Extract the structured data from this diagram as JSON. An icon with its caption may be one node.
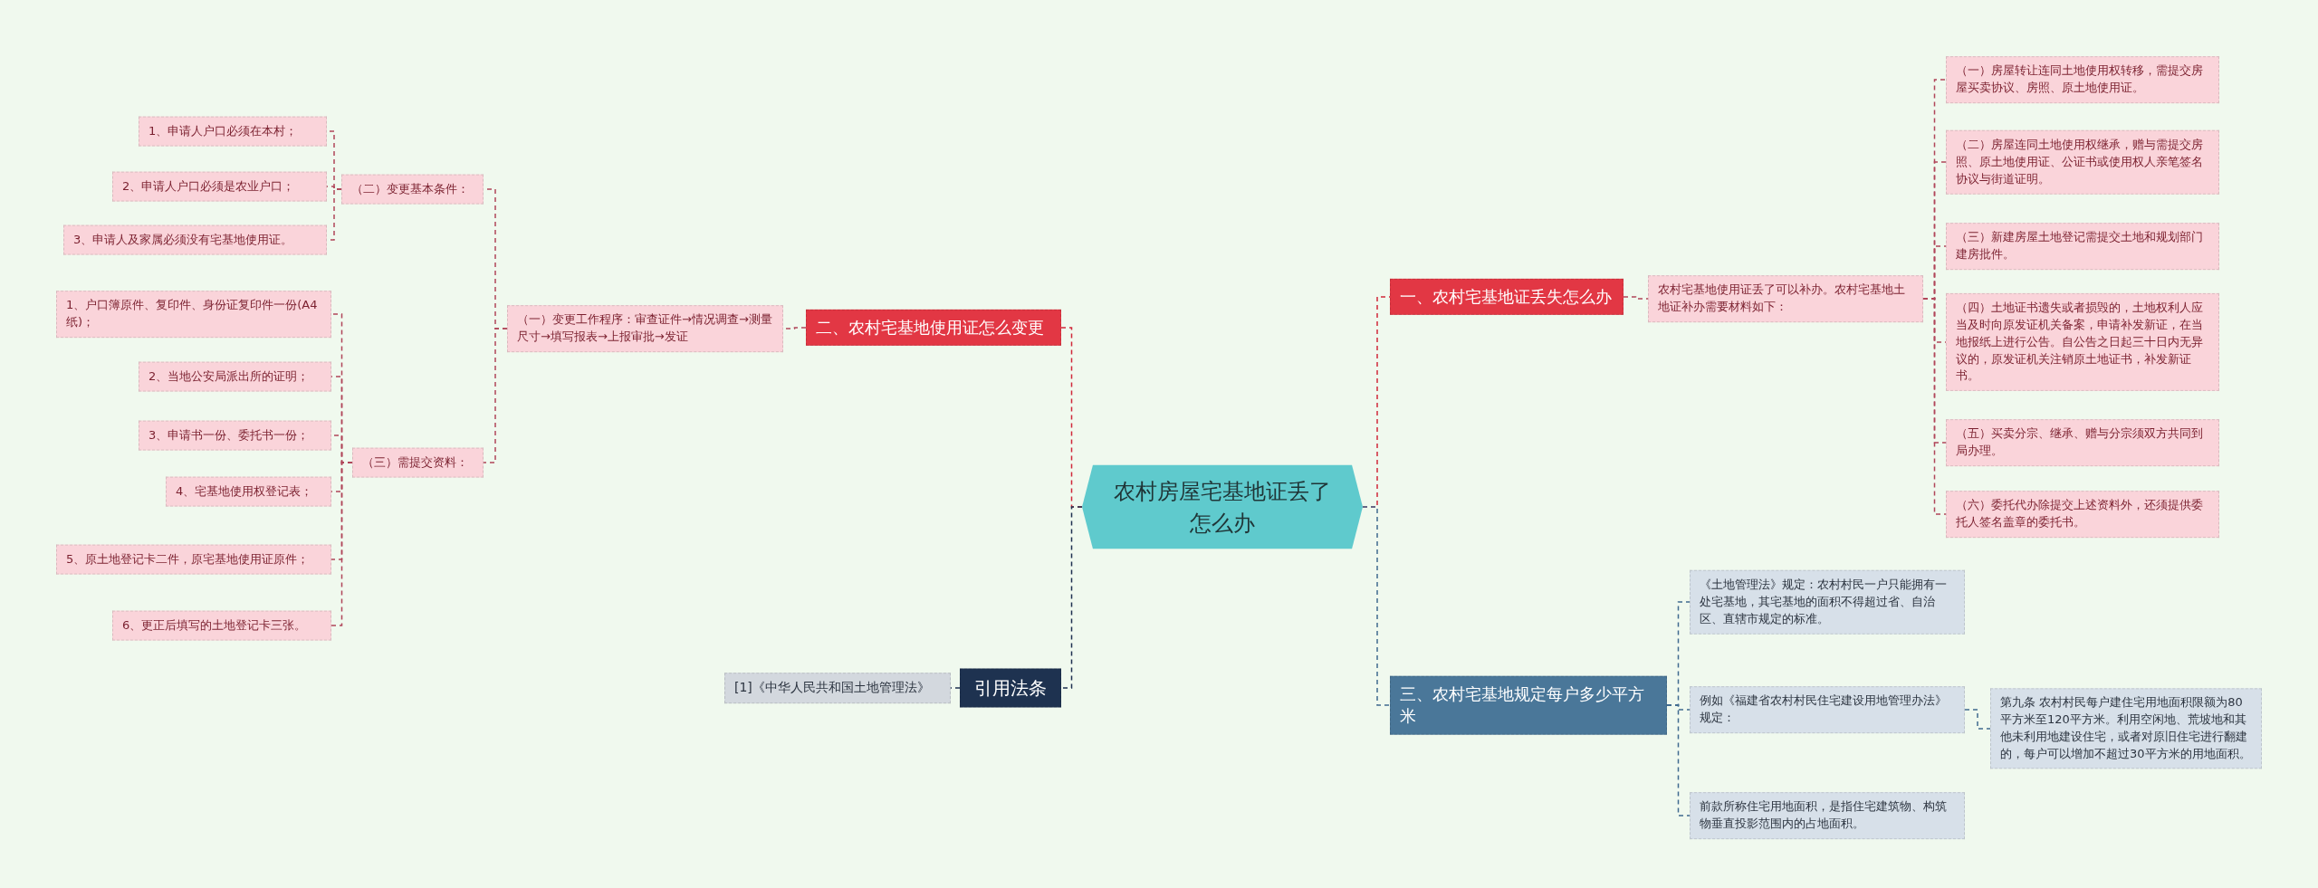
{
  "diagram": {
    "nodes": [
      {
        "text": [
          "农村房屋宅基地证丢了怎么办"
        ]
      },
      {
        "text": [
          "一、农村宅基地证丢失怎么办"
        ]
      },
      {
        "text": [
          "农村宅基地使用证丢了可以补办。农村宅基地土地证补办需要材料如下："
        ]
      },
      {
        "text": [
          "（一）房屋转让连同土地使用权转移，需提交房屋买卖协议、房照、原土地使用证。"
        ]
      },
      {
        "text": [
          "（二）房屋连同土地使用权继承，赠与需提交房照、原土地使用证、公证书或使用权人亲笔签名协议与街道证明。"
        ]
      },
      {
        "text": [
          "（三）新建房屋土地登记需提交土地和规划部门建房批件。"
        ]
      },
      {
        "text": [
          "（四）土地证书遗失或者损毁的，土地权利人应当及时向原发证机关备案，申请补发新证，在当地报纸上进行公告。自公告之日起三十日内无异议的，原发证机关注销原土地证书，补发新证书。"
        ]
      },
      {
        "text": [
          "（五）买卖分宗、继承、赠与分宗须双方共同到局办理。"
        ]
      },
      {
        "text": [
          "（六）委托代办除提交上述资料外，还须提供委托人签名盖章的委托书。"
        ]
      },
      {
        "text": [
          "三、农村宅基地规定每户多少平方米"
        ]
      },
      {
        "text": [
          "《土地管理法》规定：农村村民一户只能拥有一处宅基地，其宅基地的面积不得超过省、自治区、直辖市规定的标准。"
        ]
      },
      {
        "text": [
          "例如《福建省农村村民住宅建设用地管理办法》规定："
        ]
      },
      {
        "text": [
          "第九条 农村村民每户建住宅用地面积限额为80平方米至120平方米。利用空闲地、荒坡地和其他未利用地建设住宅，或者对原旧住宅进行翻建的，每户可以增加不超过30平方米的用地面积。"
        ]
      },
      {
        "text": [
          "前款所称住宅用地面积，是指住宅建筑物、构筑物垂直投影范围内的占地面积。"
        ]
      },
      {
        "text": [
          "二、农村宅基地使用证怎么变更"
        ]
      },
      {
        "text": [
          "（一）变更工作程序：审查证件→情况调查→测量尺寸→填写报表→上报审批→发证"
        ]
      },
      {
        "text": [
          "（二）变更基本条件："
        ]
      },
      {
        "text": [
          "1、申请人户口必须在本村；"
        ]
      },
      {
        "text": [
          "2、申请人户口必须是农业户口；"
        ]
      },
      {
        "text": [
          "3、申请人及家属必须没有宅基地使用证。"
        ]
      },
      {
        "text": [
          "（三）需提交资料："
        ]
      },
      {
        "text": [
          "1、户口簿原件、复印件、身份证复印件一份(A4纸)；"
        ]
      },
      {
        "text": [
          "2、当地公安局派出所的证明；"
        ]
      },
      {
        "text": [
          "3、申请书一份、委托书一份；"
        ]
      },
      {
        "text": [
          "4、宅基地使用权登记表；"
        ]
      },
      {
        "text": [
          "5、原土地登记卡二件，原宅基地使用证原件；"
        ]
      },
      {
        "text": [
          "6、更正后填写的土地登记卡三张。"
        ]
      },
      {
        "text": [
          "引用法条"
        ]
      },
      {
        "text": [
          "[1]《中华人民共和国土地管理法》"
        ]
      }
    ],
    "edges": [
      {
        "from": 0,
        "to": 1,
        "arrow": "none",
        "style": "dashed",
        "color": "#d0283a"
      },
      {
        "from": 1,
        "to": 2,
        "arrow": "none",
        "style": "dashed"
      },
      {
        "from": 2,
        "to": 3,
        "arrow": "none",
        "style": "dashed"
      },
      {
        "from": 2,
        "to": 4,
        "arrow": "none",
        "style": "dashed"
      },
      {
        "from": 2,
        "to": 5,
        "arrow": "none",
        "style": "dashed"
      },
      {
        "from": 2,
        "to": 6,
        "arrow": "none",
        "style": "dashed"
      },
      {
        "from": 2,
        "to": 7,
        "arrow": "none",
        "style": "dashed"
      },
      {
        "from": 2,
        "to": 8,
        "arrow": "none",
        "style": "dashed"
      },
      {
        "from": 0,
        "to": 9,
        "arrow": "none",
        "style": "dashed",
        "color": "#3f6a8f"
      },
      {
        "from": 9,
        "to": 10,
        "arrow": "none",
        "style": "dashed",
        "color": "#3f6a8f"
      },
      {
        "from": 9,
        "to": 11,
        "arrow": "none",
        "style": "dashed",
        "color": "#3f6a8f"
      },
      {
        "from": 11,
        "to": 12,
        "arrow": "none",
        "style": "dashed",
        "color": "#3f6a8f"
      },
      {
        "from": 9,
        "to": 13,
        "arrow": "none",
        "style": "dashed",
        "color": "#3f6a8f"
      },
      {
        "from": 0,
        "to": 14,
        "arrow": "none",
        "style": "dashed",
        "color": "#d0283a"
      },
      {
        "from": 14,
        "to": 15,
        "arrow": "none",
        "style": "dashed"
      },
      {
        "from": 15,
        "to": 16,
        "arrow": "none",
        "style": "dashed"
      },
      {
        "from": 16,
        "to": 17,
        "arrow": "none",
        "style": "dashed"
      },
      {
        "from": 16,
        "to": 18,
        "arrow": "none",
        "style": "dashed"
      },
      {
        "from": 16,
        "to": 19,
        "arrow": "none",
        "style": "dashed"
      },
      {
        "from": 15,
        "to": 20,
        "arrow": "none",
        "style": "dashed"
      },
      {
        "from": 20,
        "to": 21,
        "arrow": "none",
        "style": "dashed"
      },
      {
        "from": 20,
        "to": 22,
        "arrow": "none",
        "style": "dashed"
      },
      {
        "from": 20,
        "to": 23,
        "arrow": "none",
        "style": "dashed"
      },
      {
        "from": 20,
        "to": 24,
        "arrow": "none",
        "style": "dashed"
      },
      {
        "from": 20,
        "to": 25,
        "arrow": "none",
        "style": "dashed"
      },
      {
        "from": 20,
        "to": 26,
        "arrow": "none",
        "style": "dashed"
      },
      {
        "from": 0,
        "to": 27,
        "arrow": "none",
        "style": "dashed",
        "color": "#1e3050"
      },
      {
        "from": 27,
        "to": 28,
        "arrow": "none",
        "style": "dashed",
        "color": "#1e3050"
      }
    ]
  }
}
